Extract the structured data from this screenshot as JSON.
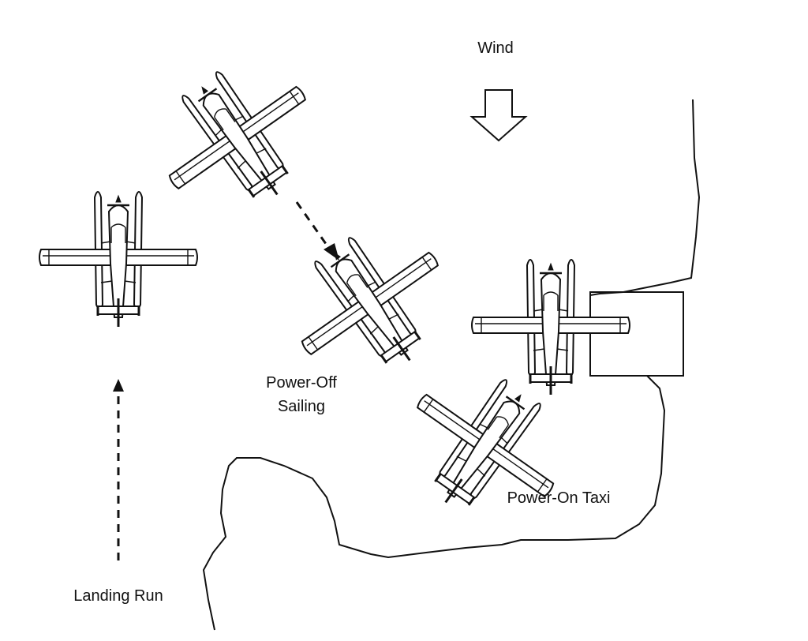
{
  "labels": {
    "wind": "Wind",
    "power_off_line1": "Power-Off",
    "power_off_line2": "Sailing",
    "power_on": "Power-On Taxi",
    "landing": "Landing Run"
  },
  "icons": {
    "wind_arrow": "hollow-down-arrow",
    "aircraft": "floatplane-top-view",
    "dock": "dock-square"
  },
  "colors": {
    "ink": "#111111",
    "background": "#ffffff"
  }
}
